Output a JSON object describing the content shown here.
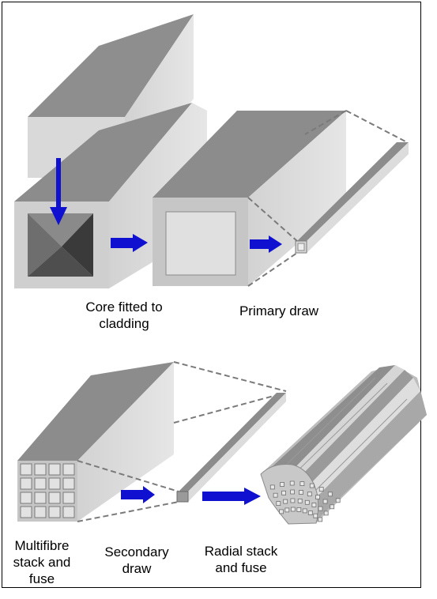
{
  "labels": {
    "core_fitted_line1": "Core fitted to",
    "core_fitted_line2": "cladding",
    "primary_draw": "Primary draw",
    "multifibre_line1": "Multifibre",
    "multifibre_line2": "stack and",
    "multifibre_line3": "fuse",
    "secondary_line1": "Secondary",
    "secondary_line2": "draw",
    "radial_line1": "Radial stack",
    "radial_line2": "and fuse"
  },
  "colors": {
    "top_face": "#8c8c8c",
    "side_face": "#dcdcdc",
    "front_face": "#c6c6c6",
    "arrow": "#1010d0",
    "dash": "#7a7a7a"
  }
}
